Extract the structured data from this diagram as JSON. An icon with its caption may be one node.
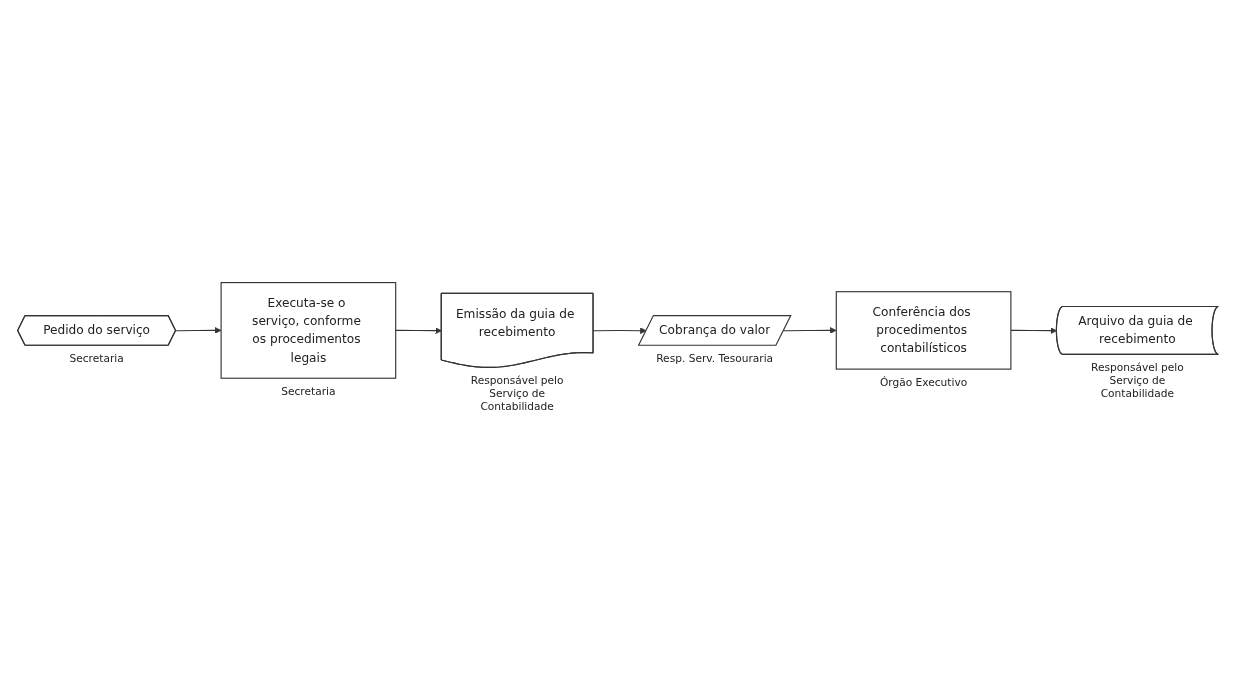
{
  "diagram": {
    "nodes": [
      {
        "text": [
          "Pedido do serviço"
        ],
        "beside": [
          "Secretaria"
        ]
      },
      {
        "text": [
          "Executa-se o serviço, conforme os procedimentos legais"
        ],
        "beside": [
          "Secretaria"
        ]
      },
      {
        "text": [
          "Emissão da guia de recebimento"
        ],
        "beside": [
          "Responsável pelo Serviço de Contabilidade"
        ]
      },
      {
        "text": [
          "Cobrança do valor"
        ],
        "beside": [
          "Resp. Serv. Tesouraria"
        ]
      },
      {
        "text": [
          "Conferência dos procedimentos contabilísticos"
        ],
        "beside": [
          "Órgão Executivo"
        ]
      },
      {
        "text": [
          "Arquivo da guia de recebimento"
        ],
        "beside": [
          "Responsável pelo Serviço de Contabilidade"
        ]
      }
    ],
    "edges": [
      {
        "from": 0,
        "to": 1,
        "arrow": "to"
      },
      {
        "from": 1,
        "to": 2,
        "arrow": "to"
      },
      {
        "from": 2,
        "to": 3,
        "arrow": "to"
      },
      {
        "from": 3,
        "to": 4,
        "arrow": "to"
      },
      {
        "from": 4,
        "to": 5,
        "arrow": "to"
      }
    ]
  }
}
